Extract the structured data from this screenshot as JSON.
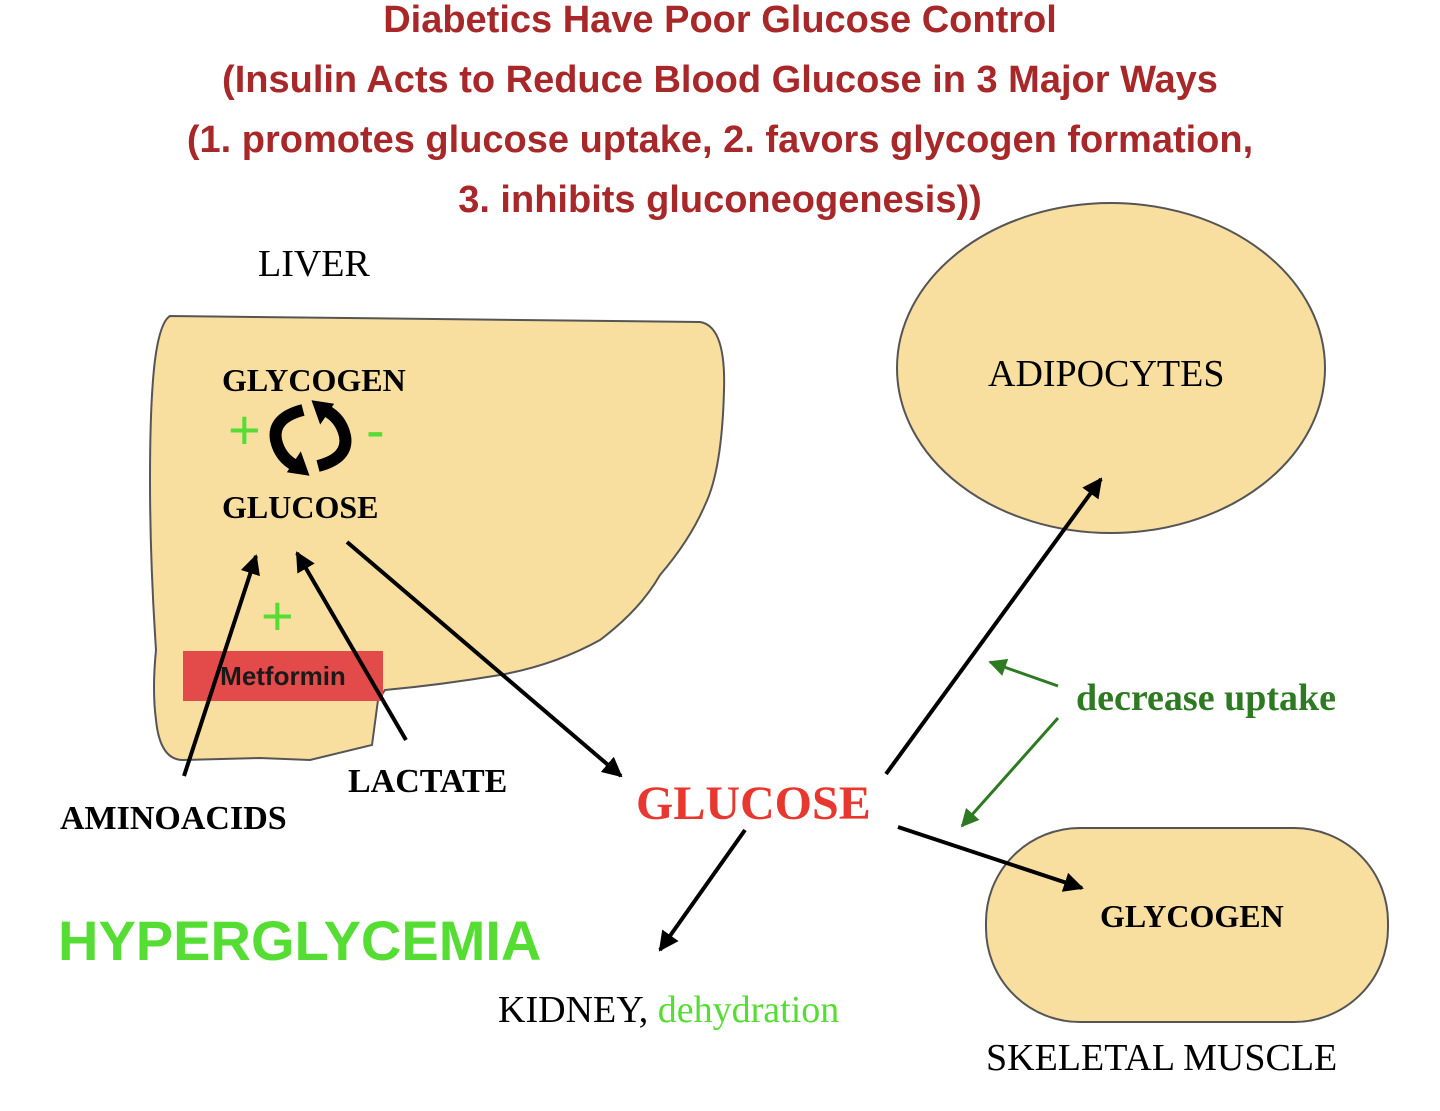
{
  "title": {
    "line1": "Diabetics Have Poor Glucose Control",
    "line2": "(Insulin Acts to Reduce Blood Glucose in 3 Major Ways",
    "line3": "(1. promotes glucose uptake, 2. favors glycogen formation,",
    "line4": "3. inhibits gluconeogenesis))"
  },
  "liver": {
    "label": "LIVER",
    "glycogen": "GLYCOGEN",
    "glucose": "GLUCOSE",
    "plus_sign": "+",
    "minus_sign": "-",
    "gluconeogenesis_plus": "+"
  },
  "metformin": {
    "label": "Metformin"
  },
  "sources": {
    "aminoacids": "AMINOACIDS",
    "lactate": "LACTATE"
  },
  "blood": {
    "glucose": "GLUCOSE"
  },
  "adipocytes": {
    "label": "ADIPOCYTES"
  },
  "muscle": {
    "glycogen": "GLYCOGEN",
    "label": "SKELETAL MUSCLE"
  },
  "uptake_note": "decrease uptake",
  "kidney": {
    "label": "KIDNEY,",
    "effect": "dehydration"
  },
  "condition": "HYPERGLYCEMIA",
  "colors": {
    "title": "#a8282a",
    "organ_fill": "#f8dfa0",
    "red_text": "#e8372e",
    "bright_green": "#55dd33",
    "dark_green": "#2e7a22",
    "metformin_box": "#e24b4a"
  }
}
